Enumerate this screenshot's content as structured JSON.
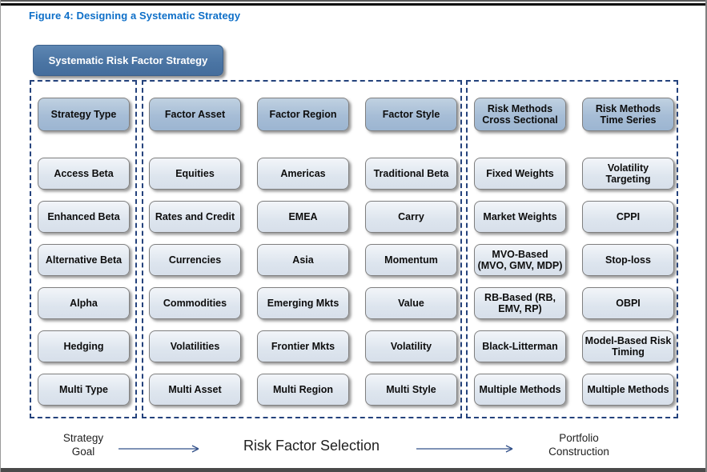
{
  "figure": {
    "title": "Figure 4: Designing a Systematic Strategy",
    "root_label": "Systematic Risk Factor Strategy"
  },
  "colors": {
    "title_blue": "#0e6fc8",
    "dashed_border_navy": "#24427c",
    "header_box_fill": "#a6bdd6",
    "item_box_fill": "#dde5ee",
    "root_box_fill": "#4a74a3",
    "arrow_navy": "#33518a"
  },
  "groups": [
    {
      "name": "Strategy Type group",
      "columns": [
        {
          "header": "Strategy Type",
          "items": [
            "Access Beta",
            "Enhanced Beta",
            "Alternative Beta",
            "Alpha",
            "Hedging",
            "Multi Type"
          ]
        }
      ]
    },
    {
      "name": "Risk Factor Selection group",
      "columns": [
        {
          "header": "Factor Asset",
          "items": [
            "Equities",
            "Rates and Credit",
            "Currencies",
            "Commodities",
            "Volatilities",
            "Multi Asset"
          ]
        },
        {
          "header": "Factor Region",
          "items": [
            "Americas",
            "EMEA",
            "Asia",
            "Emerging Mkts",
            "Frontier Mkts",
            "Multi Region"
          ]
        },
        {
          "header": "Factor Style",
          "items": [
            "Traditional Beta",
            "Carry",
            "Momentum",
            "Value",
            "Volatility",
            "Multi Style"
          ]
        }
      ]
    },
    {
      "name": "Portfolio Construction group",
      "columns": [
        {
          "header": "Risk Methods Cross Sectional",
          "items": [
            "Fixed Weights",
            "Market Weights",
            "MVO-Based (MVO, GMV, MDP)",
            "RB-Based (RB, EMV, RP)",
            "Black-Litterman",
            "Multiple Methods"
          ]
        },
        {
          "header": "Risk Methods Time Series",
          "items": [
            "Volatility Targeting",
            "CPPI",
            "Stop-loss",
            "OBPI",
            "Model-Based Risk Timing",
            "Multiple Methods"
          ]
        }
      ]
    }
  ],
  "flow": {
    "stages": [
      {
        "label": "Strategy Goal"
      },
      {
        "label": "Risk Factor Selection"
      },
      {
        "label": "Portfolio Construction"
      }
    ]
  }
}
